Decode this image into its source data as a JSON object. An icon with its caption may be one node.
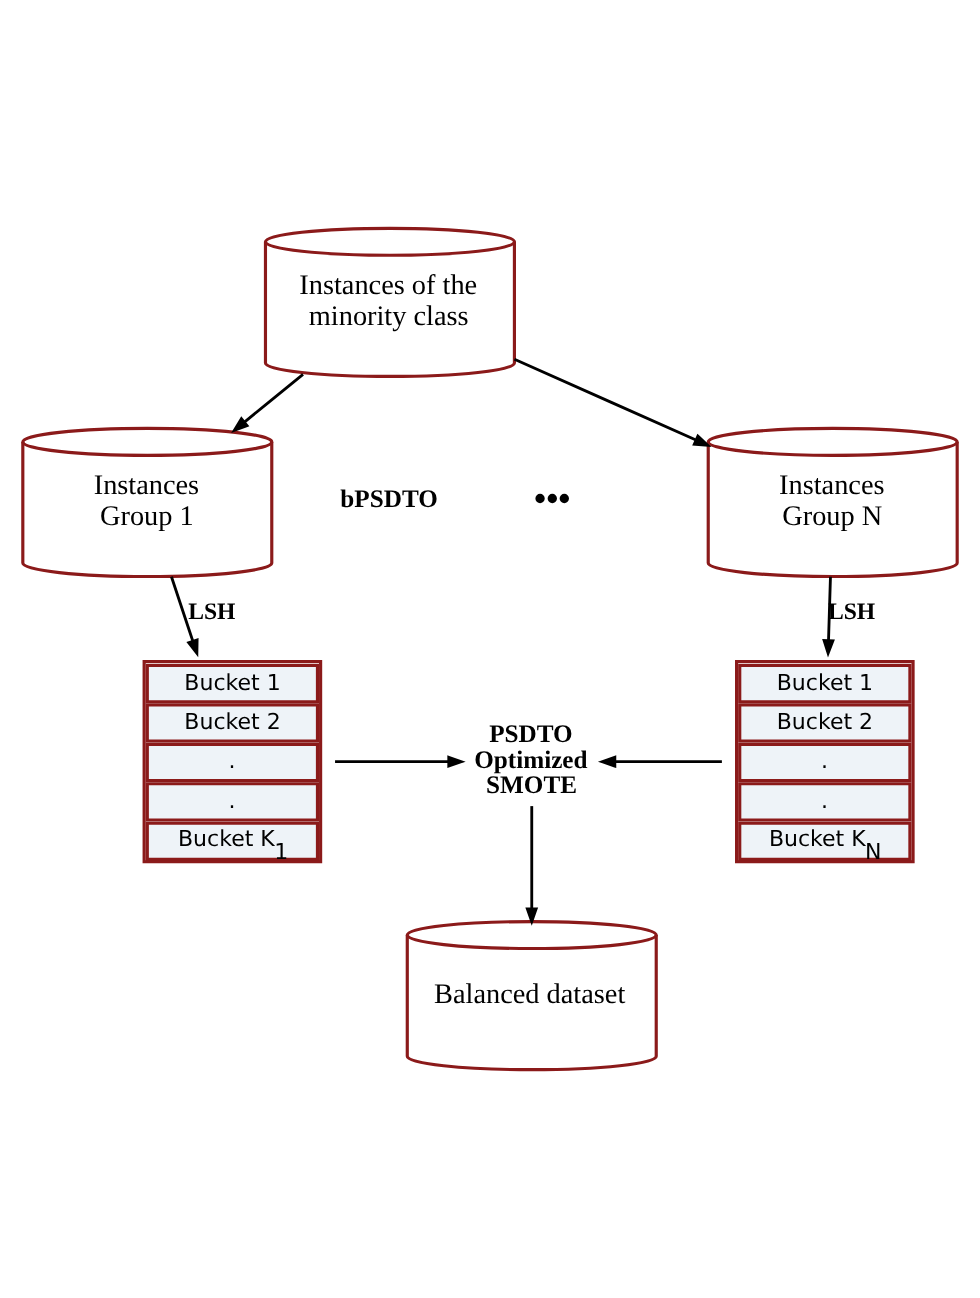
{
  "diagram": {
    "nodes": [
      {
        "text": [
          "Instances of the minority class"
        ]
      },
      {
        "text": [
          "Instances Group 1"
        ]
      },
      {
        "text": [
          "Instances Group N"
        ]
      },
      {
        "text": [
          "Bucket 1",
          "Bucket 2",
          ".",
          ".",
          "Bucket K$_{1}$"
        ]
      },
      {
        "text": [
          "Bucket 1",
          "Bucket 2",
          ".",
          ".",
          "Bucket K$_{N}$"
        ]
      },
      {
        "text": [
          "PSDTO Optimized SMOTE"
        ]
      },
      {
        "text": [
          "Balanced dataset"
        ]
      }
    ],
    "edges": [
      {
        "from": 0,
        "to": 1,
        "arrow": "to"
      },
      {
        "from": 0,
        "to": 2,
        "arrow": "to"
      },
      {
        "from": 1,
        "to": 3,
        "arrow": "to",
        "label": "LSH"
      },
      {
        "from": 2,
        "to": 4,
        "arrow": "to",
        "label": "LSH"
      },
      {
        "from": 3,
        "to": 5,
        "arrow": "to"
      },
      {
        "from": 4,
        "to": 5,
        "arrow": "to"
      },
      {
        "from": 5,
        "to": 6,
        "arrow": "to"
      }
    ],
    "labels": [
      "bPSDTO",
      "•••"
    ]
  }
}
